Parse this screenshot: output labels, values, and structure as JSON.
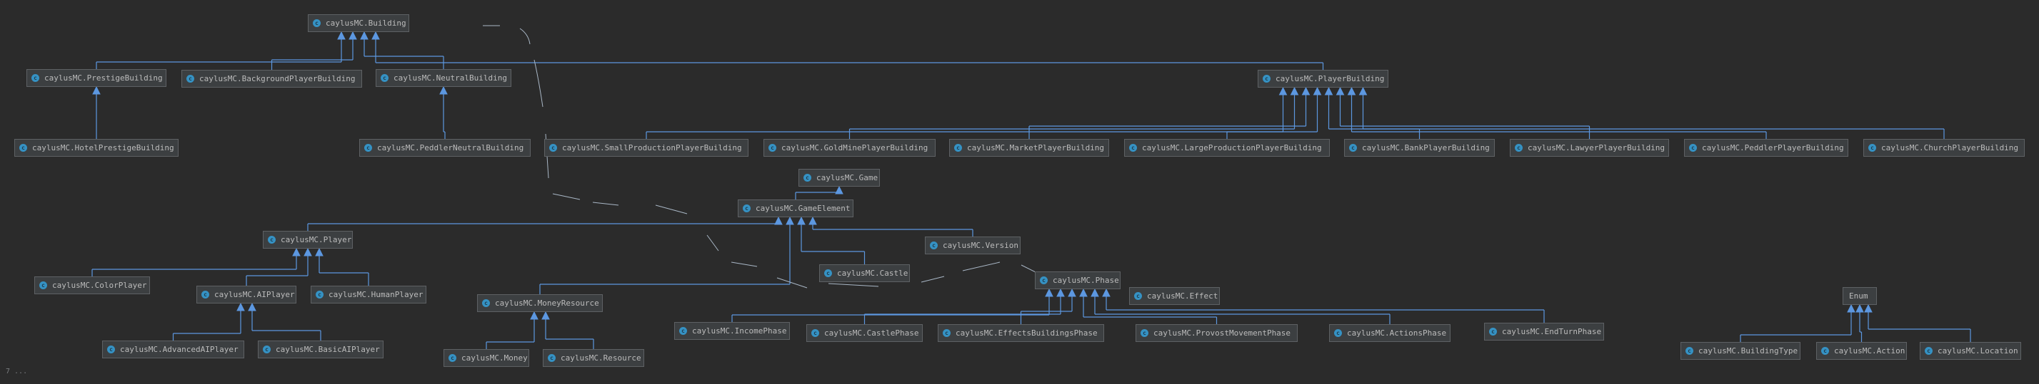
{
  "diagram": {
    "nodes": [
      {
        "id": "building",
        "label": "caylusMC.Building"
      },
      {
        "id": "prestige",
        "label": "caylusMC.PrestigeBuilding"
      },
      {
        "id": "background",
        "label": "caylusMC.BackgroundPlayerBuilding"
      },
      {
        "id": "neutral",
        "label": "caylusMC.NeutralBuilding"
      },
      {
        "id": "hotel",
        "label": "caylusMC.HotelPrestigeBuilding"
      },
      {
        "id": "peddlerneutral",
        "label": "caylusMC.PeddlerNeutralBuilding"
      },
      {
        "id": "playerbuilding",
        "label": "caylusMC.PlayerBuilding"
      },
      {
        "id": "smallprod",
        "label": "caylusMC.SmallProductionPlayerBuilding"
      },
      {
        "id": "goldmine",
        "label": "caylusMC.GoldMinePlayerBuilding"
      },
      {
        "id": "market",
        "label": "caylusMC.MarketPlayerBuilding"
      },
      {
        "id": "largeprod",
        "label": "caylusMC.LargeProductionPlayerBuilding"
      },
      {
        "id": "bank",
        "label": "caylusMC.BankPlayerBuilding"
      },
      {
        "id": "lawyer",
        "label": "caylusMC.LawyerPlayerBuilding"
      },
      {
        "id": "peddlerplayer",
        "label": "caylusMC.PeddlerPlayerBuilding"
      },
      {
        "id": "church",
        "label": "caylusMC.ChurchPlayerBuilding"
      },
      {
        "id": "game",
        "label": "caylusMC.Game"
      },
      {
        "id": "gameelement",
        "label": "caylusMC.GameElement"
      },
      {
        "id": "player",
        "label": "caylusMC.Player"
      },
      {
        "id": "colorplayer",
        "label": "caylusMC.ColorPlayer"
      },
      {
        "id": "aiplayer",
        "label": "caylusMC.AIPlayer"
      },
      {
        "id": "humanplayer",
        "label": "caylusMC.HumanPlayer"
      },
      {
        "id": "advancedai",
        "label": "caylusMC.AdvancedAIPlayer"
      },
      {
        "id": "basicai",
        "label": "caylusMC.BasicAIPlayer"
      },
      {
        "id": "moneyresource",
        "label": "caylusMC.MoneyResource"
      },
      {
        "id": "money",
        "label": "caylusMC.Money"
      },
      {
        "id": "resource",
        "label": "caylusMC.Resource"
      },
      {
        "id": "version",
        "label": "caylusMC.Version"
      },
      {
        "id": "castle",
        "label": "caylusMC.Castle"
      },
      {
        "id": "phase",
        "label": "caylusMC.Phase"
      },
      {
        "id": "effect",
        "label": "caylusMC.Effect"
      },
      {
        "id": "incomephase",
        "label": "caylusMC.IncomePhase"
      },
      {
        "id": "castlephase",
        "label": "caylusMC.CastlePhase"
      },
      {
        "id": "effectsphase",
        "label": "caylusMC.EffectsBuildingsPhase"
      },
      {
        "id": "provostphase",
        "label": "caylusMC.ProvostMovementPhase"
      },
      {
        "id": "actionsphase",
        "label": "caylusMC.ActionsPhase"
      },
      {
        "id": "endturnphase",
        "label": "caylusMC.EndTurnPhase"
      },
      {
        "id": "enum",
        "label": "Enum"
      },
      {
        "id": "buildingtype",
        "label": "caylusMC.BuildingType"
      },
      {
        "id": "action",
        "label": "caylusMC.Action"
      },
      {
        "id": "location",
        "label": "caylusMC.Location"
      }
    ],
    "inheritance": [
      [
        "prestige",
        "building"
      ],
      [
        "background",
        "building"
      ],
      [
        "neutral",
        "building"
      ],
      [
        "playerbuilding",
        "building"
      ],
      [
        "hotel",
        "prestige"
      ],
      [
        "peddlerneutral",
        "neutral"
      ],
      [
        "smallprod",
        "playerbuilding"
      ],
      [
        "goldmine",
        "playerbuilding"
      ],
      [
        "market",
        "playerbuilding"
      ],
      [
        "largeprod",
        "playerbuilding"
      ],
      [
        "bank",
        "playerbuilding"
      ],
      [
        "lawyer",
        "playerbuilding"
      ],
      [
        "peddlerplayer",
        "playerbuilding"
      ],
      [
        "church",
        "playerbuilding"
      ],
      [
        "gameelement",
        "game"
      ],
      [
        "colorplayer",
        "player"
      ],
      [
        "aiplayer",
        "player"
      ],
      [
        "humanplayer",
        "player"
      ],
      [
        "advancedai",
        "aiplayer"
      ],
      [
        "basicai",
        "aiplayer"
      ],
      [
        "money",
        "moneyresource"
      ],
      [
        "resource",
        "moneyresource"
      ],
      [
        "player",
        "gameelement"
      ],
      [
        "moneyresource",
        "gameelement"
      ],
      [
        "castle",
        "gameelement"
      ],
      [
        "version",
        "gameelement"
      ],
      [
        "incomephase",
        "phase"
      ],
      [
        "castlephase",
        "phase"
      ],
      [
        "effectsphase",
        "phase"
      ],
      [
        "provostphase",
        "phase"
      ],
      [
        "actionsphase",
        "phase"
      ],
      [
        "endturnphase",
        "phase"
      ],
      [
        "buildingtype",
        "enum"
      ],
      [
        "action",
        "enum"
      ],
      [
        "location",
        "enum"
      ]
    ],
    "edge_color": "#5c97e0",
    "dash_color": "#a9b7c6",
    "corner_mark": "7 ..."
  }
}
